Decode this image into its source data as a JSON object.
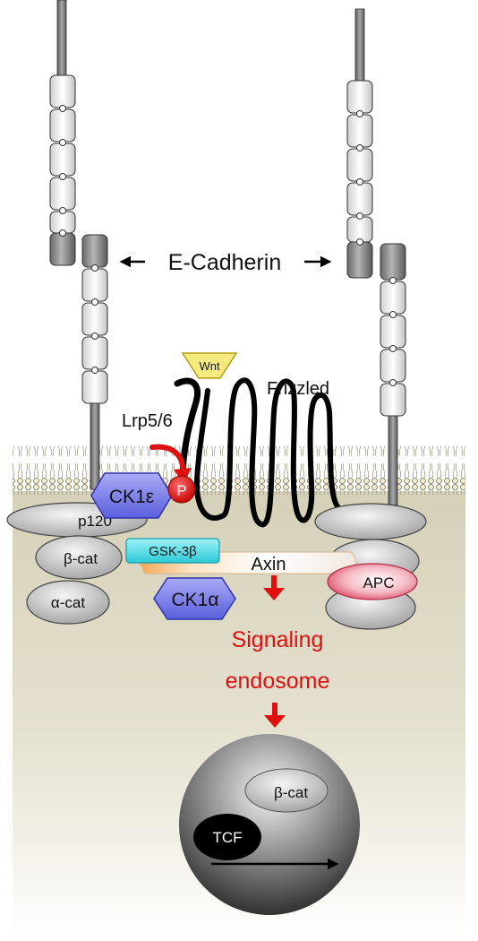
{
  "labels": {
    "ecadherin": "E-Cadherin",
    "wnt": "Wnt",
    "frizzled": "Frizzled",
    "lrp": "Lrp5/6",
    "ck1e": "CK1ε",
    "p": "P",
    "p120": "p120",
    "bcat": "β-cat",
    "acat": "α-cat",
    "gsk": "GSK-3β",
    "axin": "Axin",
    "apc": "APC",
    "ck1a": "CK1α",
    "signaling": "Signaling",
    "endosome": "endosome",
    "nucleus_bcat": "β-cat",
    "tcf": "TCF"
  },
  "colors": {
    "signal_red": "#e01010",
    "ck1_purple": "#6f73e6",
    "gsk_cyan": "#35d4e0",
    "wnt_yellow": "#f4ea80",
    "apc_pink": "#e8506a"
  }
}
